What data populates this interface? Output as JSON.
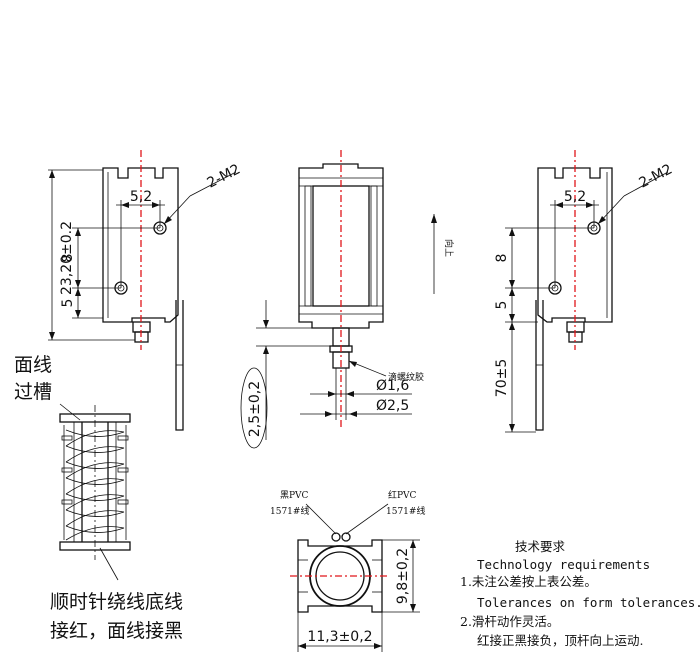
{
  "side_view_left": {
    "dim_height": "23,20±0.2",
    "dim_8": "8",
    "dim_5": "5",
    "dim_width": "5,2",
    "thread_label": "2-M2"
  },
  "front_view": {
    "up_label": "向上",
    "dim_plunger_offset": "2,5±0,2",
    "dim_inner_dia": "Ø1,6",
    "dim_outer_dia": "Ø2,5",
    "glue_label": "滴螺纹胶"
  },
  "side_view_right": {
    "dim_8": "8",
    "dim_5": "5",
    "dim_width": "5,2",
    "thread_label": "2-M2",
    "dim_lead_length": "70±5"
  },
  "coil_detail": {
    "top_label_line1": "面线",
    "top_label_line2": "过槽",
    "bottom_label_line1": "顺时针绕线底线",
    "bottom_label_line2": "接红，面线接黑"
  },
  "bottom_view": {
    "black_wire_line1": "黑PVC",
    "black_wire_line2": "1571#线",
    "red_wire_line1": "红PVC",
    "red_wire_line2": "1571#线",
    "dim_height": "9,8±0,2",
    "dim_width": "11,3±0,2"
  },
  "notes": {
    "title_cn": "技术要求",
    "title_en": "Technology  requirements",
    "item1_cn": "1.未注公差按上表公差。",
    "item1_en": "Tolerances on form tolerances.",
    "item2_cn": "2.滑杆动作灵活。",
    "item2_cn_b": "红接正黑接负，顶杆向上运动."
  },
  "colors": {
    "line": "#111111",
    "centerline": "#e0161b"
  }
}
